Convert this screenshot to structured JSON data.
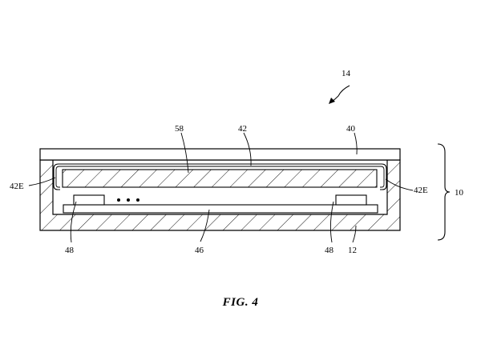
{
  "labels": {
    "device": "14",
    "cover": "40",
    "display": "42",
    "layer": "58",
    "edge_left": "42E",
    "edge_right": "42E",
    "housing_group": "10",
    "board": "46",
    "component_left": "48",
    "component_right": "48",
    "housing": "12"
  },
  "caption": "FIG. 4"
}
